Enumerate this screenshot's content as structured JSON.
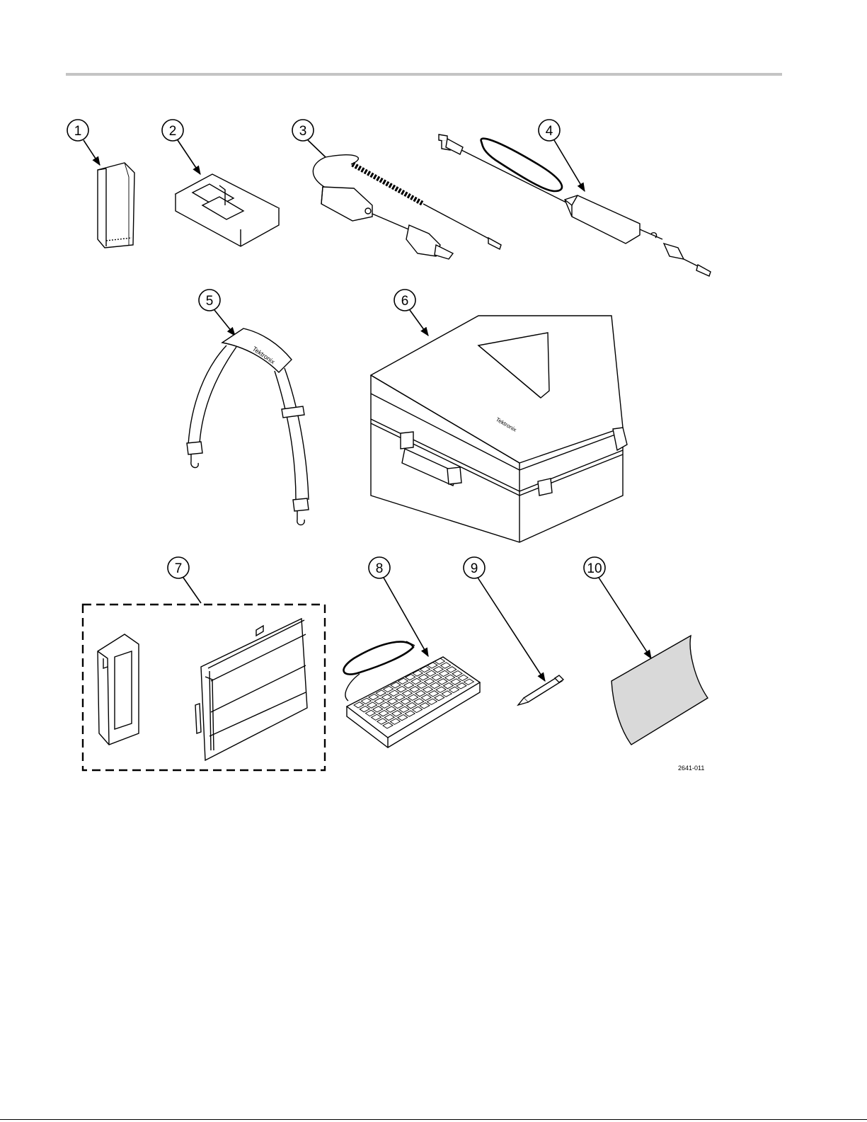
{
  "figure": {
    "figure_id": "2641-011",
    "callouts": [
      "1",
      "2",
      "3",
      "4",
      "5",
      "6",
      "7",
      "8",
      "9",
      "10"
    ],
    "brand_mark": "Tektronix",
    "colors": {
      "line": "#000000",
      "rule": "#c4c4c4",
      "paper": "#d9d9d9"
    }
  }
}
